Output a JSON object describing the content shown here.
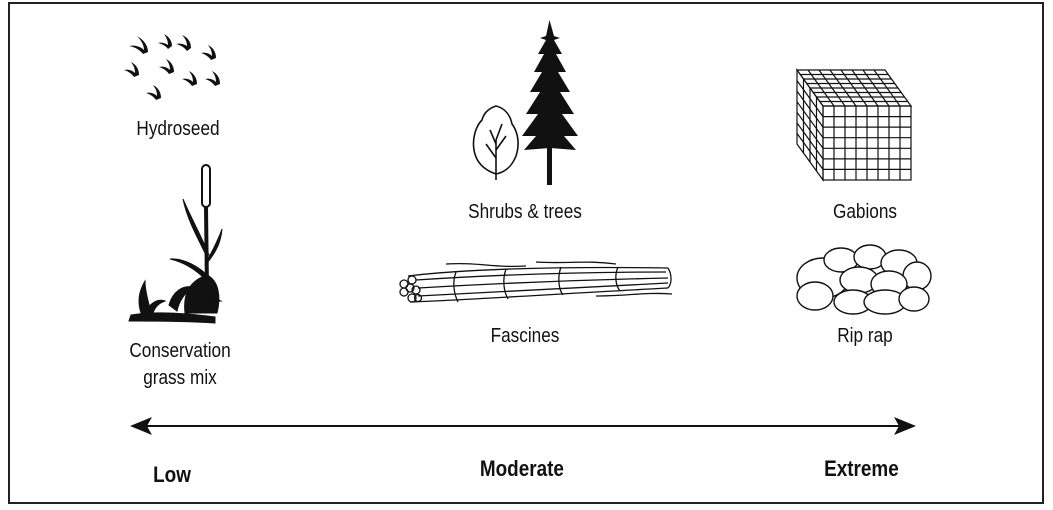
{
  "items": {
    "hydroseed": {
      "label": "Hydroseed",
      "icon": "hydroseed-sprouts-icon"
    },
    "conservation": {
      "label_line1": "Conservation",
      "label_line2": "grass mix",
      "icon": "cattail-plant-icon"
    },
    "shrubs_trees": {
      "label": "Shrubs & trees",
      "icon": "shrub-and-conifer-icon"
    },
    "fascines": {
      "label": "Fascines",
      "icon": "fascine-bundle-icon"
    },
    "gabions": {
      "label": "Gabions",
      "icon": "gabion-cage-icon"
    },
    "rip_rap": {
      "label": "Rip rap",
      "icon": "rip-rap-stones-icon"
    }
  },
  "scale": {
    "low": "Low",
    "moderate": "Moderate",
    "extreme": "Extreme"
  },
  "colors": {
    "ink": "#111111",
    "background": "#ffffff"
  }
}
